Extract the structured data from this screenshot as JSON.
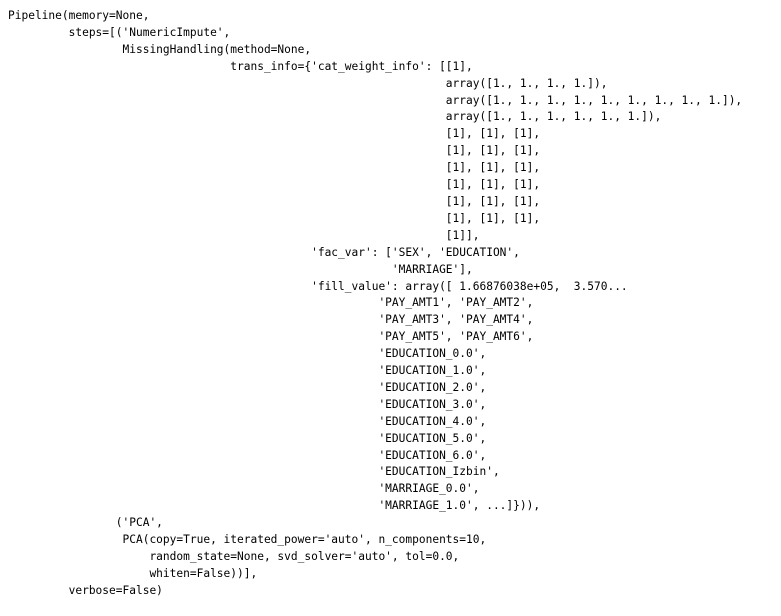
{
  "output": {
    "lines": [
      "Pipeline(memory=None,",
      "         steps=[('NumericImpute',",
      "                 MissingHandling(method=None,",
      "                                 trans_info={'cat_weight_info': [[1],",
      "                                                                 array([1., 1., 1., 1.]),",
      "                                                                 array([1., 1., 1., 1., 1., 1., 1., 1., 1.]),",
      "                                                                 array([1., 1., 1., 1., 1., 1.]),",
      "                                                                 [1], [1], [1],",
      "                                                                 [1], [1], [1],",
      "                                                                 [1], [1], [1],",
      "                                                                 [1], [1], [1],",
      "                                                                 [1], [1], [1],",
      "                                                                 [1], [1], [1],",
      "                                                                 [1]],",
      "                                             'fac_var': ['SEX', 'EDUCATION',",
      "                                                         'MARRIAGE'],",
      "                                             'fill_value': array([ 1.66876038e+05,  3.570...",
      "                                                       'PAY_AMT1', 'PAY_AMT2',",
      "                                                       'PAY_AMT3', 'PAY_AMT4',",
      "                                                       'PAY_AMT5', 'PAY_AMT6',",
      "                                                       'EDUCATION_0.0',",
      "                                                       'EDUCATION_1.0',",
      "                                                       'EDUCATION_2.0',",
      "                                                       'EDUCATION_3.0',",
      "                                                       'EDUCATION_4.0',",
      "                                                       'EDUCATION_5.0',",
      "                                                       'EDUCATION_6.0',",
      "                                                       'EDUCATION_Izbin',",
      "                                                       'MARRIAGE_0.0',",
      "                                                       'MARRIAGE_1.0', ...]})),",
      "                ('PCA',",
      "                 PCA(copy=True, iterated_power='auto', n_components=10,",
      "                     random_state=None, svd_solver='auto', tol=0.0,",
      "                     whiten=False))],",
      "         verbose=False)"
    ]
  }
}
